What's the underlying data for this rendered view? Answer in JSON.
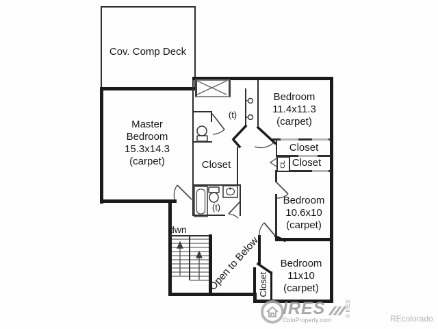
{
  "rooms": {
    "deck": {
      "label": "Cov. Comp Deck"
    },
    "master": {
      "lines": [
        "Master",
        "Bedroom",
        "15.3x14.3",
        "(carpet)"
      ]
    },
    "bedroom_ne": {
      "lines": [
        "Bedroom",
        "11.4x11.3",
        "(carpet)"
      ]
    },
    "bedroom_e": {
      "lines": [
        "Bedroom",
        "10.6x10",
        "(carpet)"
      ]
    },
    "bedroom_se": {
      "lines": [
        "Bedroom",
        "11x10",
        "(carpet)"
      ]
    }
  },
  "labels": {
    "closet_walkin": "Closet",
    "closet_band1": "Closet",
    "closet_band2": "Closet",
    "closet_small": "CL",
    "closet_vertical": "Closet",
    "tile_upper": "(t)",
    "tile_lower": "(t)",
    "stairs_down": "dwn",
    "open_to_below": "Open to Below"
  },
  "watermark": {
    "brand": "IRES",
    "site": "ColoProperty.com",
    "copyright": "© IRES",
    "corner": "REcolorado"
  },
  "colors": {
    "exterior_wall": "#1b1b1b",
    "interior_wall": "#2e2e2e",
    "door_opening_gray": "#b5b5b5",
    "watermark_gray": "#a6a6a6",
    "background": "#ffffff"
  }
}
